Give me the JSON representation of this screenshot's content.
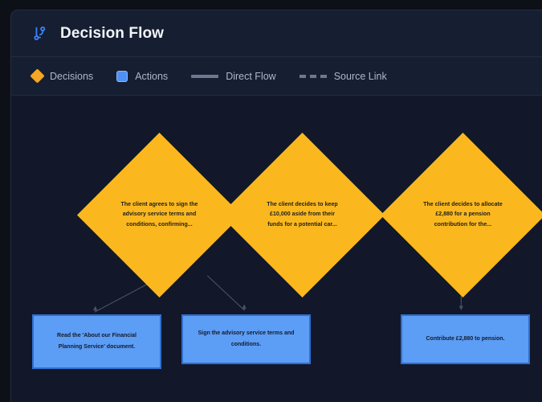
{
  "header": {
    "title": "Decision Flow",
    "icon": "git-branch-icon",
    "icon_color": "#3b82f6"
  },
  "legend": {
    "items": [
      {
        "label": "Decisions",
        "icon": "diamond-swatch",
        "color": "#f5a623"
      },
      {
        "label": "Actions",
        "icon": "square-swatch",
        "color": "#4f90f2"
      },
      {
        "label": "Direct Flow",
        "icon": "solid-line-swatch",
        "color": "#6e7890"
      },
      {
        "label": "Source Link",
        "icon": "dashed-line-swatch",
        "color": "#6e7890"
      }
    ]
  },
  "theme": {
    "page_background": "#0d1117",
    "card_background": "#161e31",
    "canvas_background": "#121829",
    "decision_fill": "#fbb81e",
    "action_fill": "#5c9df5",
    "action_border": "#2f6fd0",
    "edge_color": "#4a5265"
  },
  "flow": {
    "decisions": [
      {
        "id": "d1",
        "text": "The client agrees to sign the advisory service terms and conditions, confirming..."
      },
      {
        "id": "d2",
        "text": "The client decides to keep £10,000 aside from their funds for a potential car..."
      },
      {
        "id": "d3",
        "text": "The client decides to allocate £2,880 for a pension contribution for the..."
      }
    ],
    "actions": [
      {
        "id": "a1",
        "text": "Read the 'About our Financial Planning Service' document."
      },
      {
        "id": "a2",
        "text": "Sign the advisory service terms and conditions."
      },
      {
        "id": "a3",
        "text": "Contribute £2,880 to pension."
      }
    ],
    "edges": [
      {
        "from": "d1",
        "to": "a1",
        "style": "direct"
      },
      {
        "from": "d1",
        "to": "a2",
        "style": "direct"
      },
      {
        "from": "d3",
        "to": "a3",
        "style": "direct"
      }
    ]
  }
}
